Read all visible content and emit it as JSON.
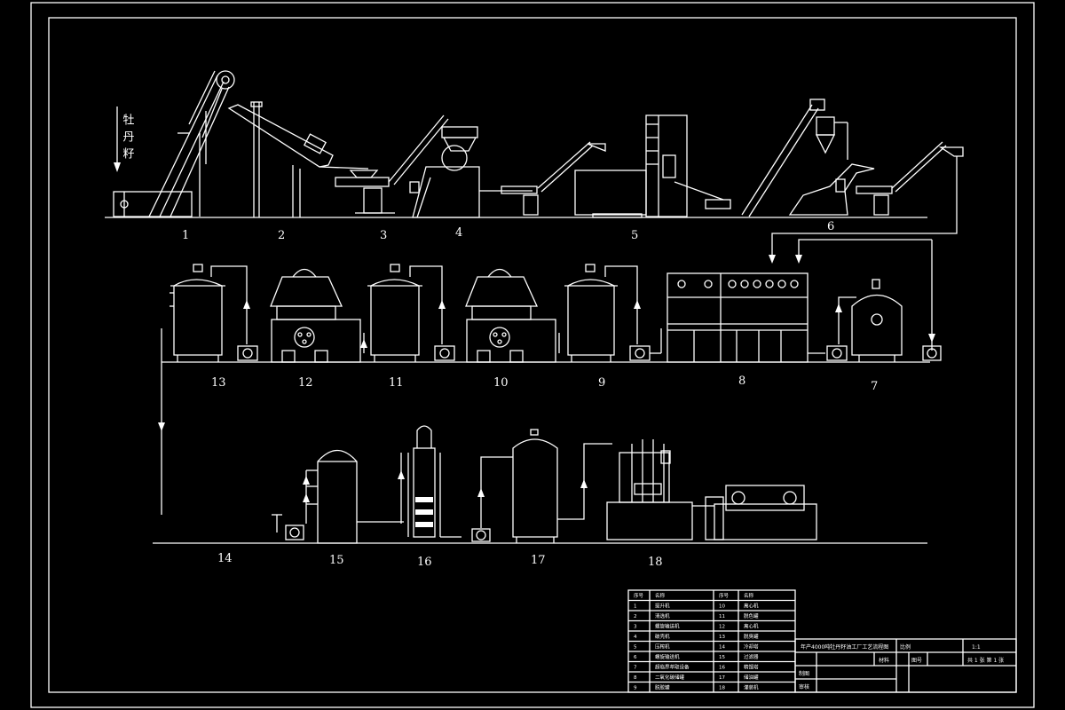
{
  "drawing": {
    "material_label": "牡丹籽",
    "equipment_numbers": [
      "1",
      "2",
      "3",
      "4",
      "5",
      "6",
      "7",
      "8",
      "9",
      "10",
      "11",
      "12",
      "13",
      "14",
      "15",
      "16",
      "17",
      "18"
    ]
  },
  "legend": {
    "headers": [
      "序号",
      "名称",
      "序号",
      "名称"
    ],
    "rows": [
      [
        "1",
        "提升机",
        "10",
        "离心机"
      ],
      [
        "2",
        "清选机",
        "11",
        "脱色罐"
      ],
      [
        "3",
        "螺旋输送机",
        "12",
        "离心机"
      ],
      [
        "4",
        "破壳机",
        "13",
        "脱臭罐"
      ],
      [
        "5",
        "压榨机",
        "14",
        "冷却塔"
      ],
      [
        "6",
        "螺旋输送机",
        "15",
        "过滤器"
      ],
      [
        "7",
        "超临界萃取设备",
        "16",
        "精馏塔"
      ],
      [
        "8",
        "二氧化碳储罐",
        "17",
        "储油罐"
      ],
      [
        "9",
        "脱胶罐",
        "18",
        "灌装机"
      ]
    ]
  },
  "title_block": {
    "title": "年产4000吨牡丹籽油工厂工艺流程图",
    "scale_label": "比例",
    "scale_value": "1:1",
    "material_label": "材料",
    "drawing_no_label": "图号",
    "sheet": "共 1 张 第 1 张",
    "design_label": "制图",
    "check_label": "审核"
  }
}
